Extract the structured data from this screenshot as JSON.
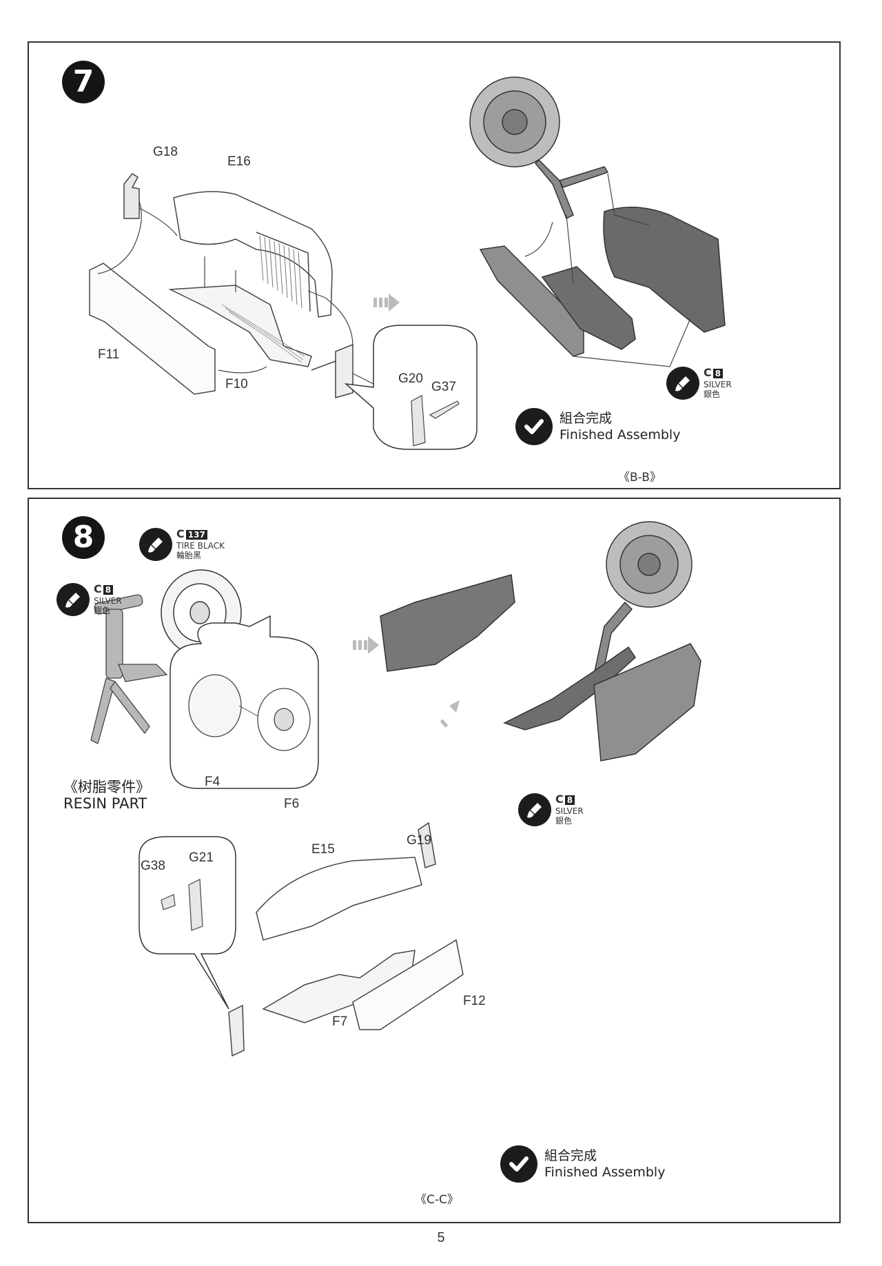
{
  "page_number": "5",
  "steps": [
    {
      "number": "7",
      "part_labels": [
        "G18",
        "E16",
        "F11",
        "F10",
        "G20",
        "G37"
      ],
      "finished": {
        "zh": "組合完成",
        "en": "Finished Assembly"
      },
      "section": "《B-B》",
      "paints": [
        {
          "code": "C",
          "num": "8",
          "name": "SILVER",
          "zh": "銀色"
        }
      ]
    },
    {
      "number": "8",
      "part_labels": [
        "F4",
        "F6",
        "G19",
        "E15",
        "G38",
        "G21",
        "F12",
        "F7"
      ],
      "resin": {
        "zh": "《树脂零件》",
        "en": "RESIN PART"
      },
      "finished": {
        "zh": "組合完成",
        "en": "Finished Assembly"
      },
      "section": "《C-C》",
      "paints": [
        {
          "code": "C",
          "num": "137",
          "name": "TIRE BLACK",
          "zh": "輪胎黑"
        },
        {
          "code": "C",
          "num": "8",
          "name": "SILVER",
          "zh": "銀色"
        },
        {
          "code": "C",
          "num": "8",
          "name": "SILVER",
          "zh": "銀色"
        }
      ]
    }
  ]
}
